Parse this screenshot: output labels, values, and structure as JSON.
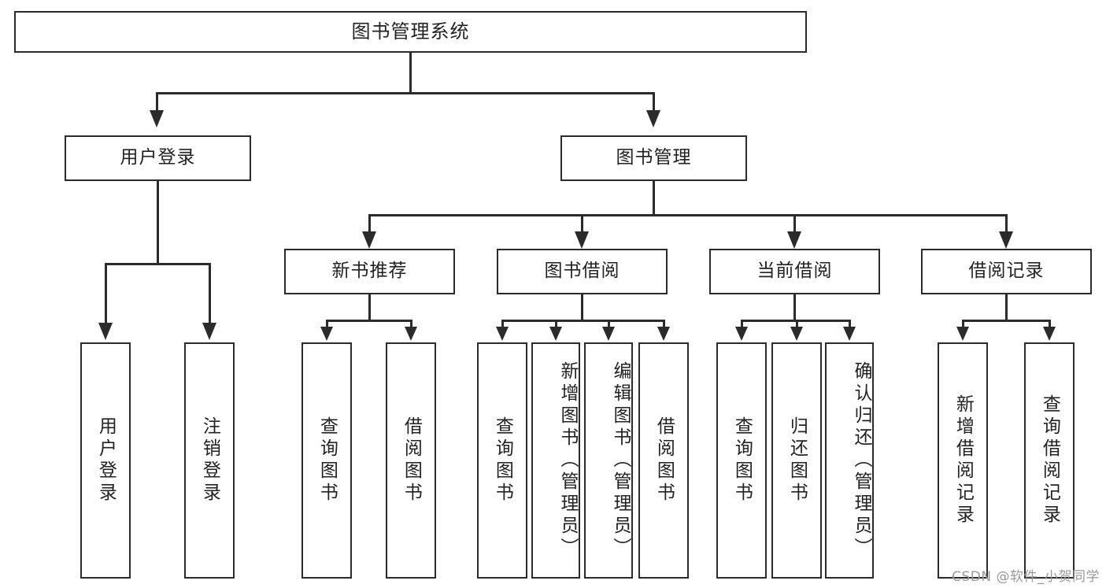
{
  "diagram": {
    "title": "图书管理系统",
    "watermark": "CSDN @软件_小贺同学",
    "type": "tree-hierarchy-diagram",
    "root": {
      "id": "root",
      "label": "图书管理系统"
    },
    "level2": [
      {
        "id": "user-login",
        "label": "用户登录"
      },
      {
        "id": "book-management",
        "label": "图书管理"
      }
    ],
    "level3": [
      {
        "id": "new-book-recommend",
        "label": "新书推荐",
        "parent": "book-management"
      },
      {
        "id": "book-borrow",
        "label": "图书借阅",
        "parent": "book-management"
      },
      {
        "id": "current-borrow",
        "label": "当前借阅",
        "parent": "book-management"
      },
      {
        "id": "borrow-record",
        "label": "借阅记录",
        "parent": "book-management"
      }
    ],
    "leaves": {
      "user_login": [
        {
          "id": "leaf-user-login",
          "label": "用户登录"
        },
        {
          "id": "leaf-user-logout",
          "label": "注销登录"
        }
      ],
      "new_book_recommend": [
        {
          "id": "leaf-query-book-1",
          "label": "查询图书"
        },
        {
          "id": "leaf-borrow-book-1",
          "label": "借阅图书"
        }
      ],
      "book_borrow": [
        {
          "id": "leaf-query-book-2",
          "label": "查询图书"
        },
        {
          "id": "leaf-add-book",
          "label": "新增图书（管理员）"
        },
        {
          "id": "leaf-edit-book",
          "label": "编辑图书（管理员）"
        },
        {
          "id": "leaf-borrow-book-2",
          "label": "借阅图书"
        }
      ],
      "current_borrow": [
        {
          "id": "leaf-query-book-3",
          "label": "查询图书"
        },
        {
          "id": "leaf-return-book",
          "label": "归还图书"
        },
        {
          "id": "leaf-confirm-return",
          "label": "确认归还（管理员）"
        }
      ],
      "borrow_record": [
        {
          "id": "leaf-add-record",
          "label": "新增借阅记录"
        },
        {
          "id": "leaf-query-record",
          "label": "查询借阅记录"
        }
      ]
    },
    "colors": {
      "stroke": "#2b2b2b",
      "fill": "#ffffff",
      "text": "#222222",
      "watermark": "#9a9a9a"
    }
  }
}
